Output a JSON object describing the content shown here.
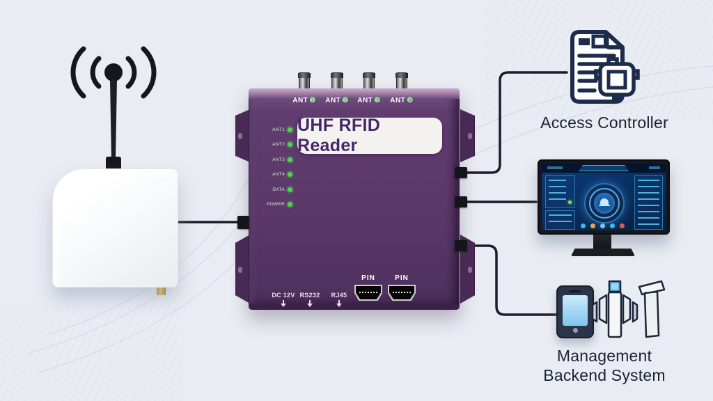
{
  "reader": {
    "title": "UHF RFID Reader",
    "ant_ports": [
      {
        "label": "ANT",
        "num": "❶"
      },
      {
        "label": "ANT",
        "num": "❷"
      },
      {
        "label": "ANT",
        "num": "❸"
      },
      {
        "label": "ANT",
        "num": "❹"
      }
    ],
    "led_labels": [
      "ANT1",
      "ANT2",
      "ANT3",
      "ANT4",
      "DATA",
      "POWER"
    ],
    "pin_labels": [
      "PIN",
      "PIN"
    ],
    "port_labels": [
      "DC 12V",
      "RS232",
      "RJ45"
    ],
    "colors": {
      "body_purple": "#5b3869",
      "flange_purple": "#4a2b55",
      "led_green": "#4ed44e",
      "label_plate": "#f4f2ee",
      "title_text": "#44276a"
    }
  },
  "connections": {
    "line_color": "#1c1c26"
  },
  "access_controller": {
    "label": "Access Controller"
  },
  "management_backend": {
    "line1": "Management",
    "line2": "Backend System"
  },
  "icons": {
    "left": [
      "signal-antenna-icon",
      "rfid-panel-antenna"
    ],
    "right": [
      "document-chip-icon",
      "dashboard-monitor-icon",
      "smartphone-icon",
      "turnstile-gate-icon"
    ]
  },
  "scene": {
    "background": "#e9ecf2",
    "accent_screen_blue": "#3fb9e8"
  }
}
